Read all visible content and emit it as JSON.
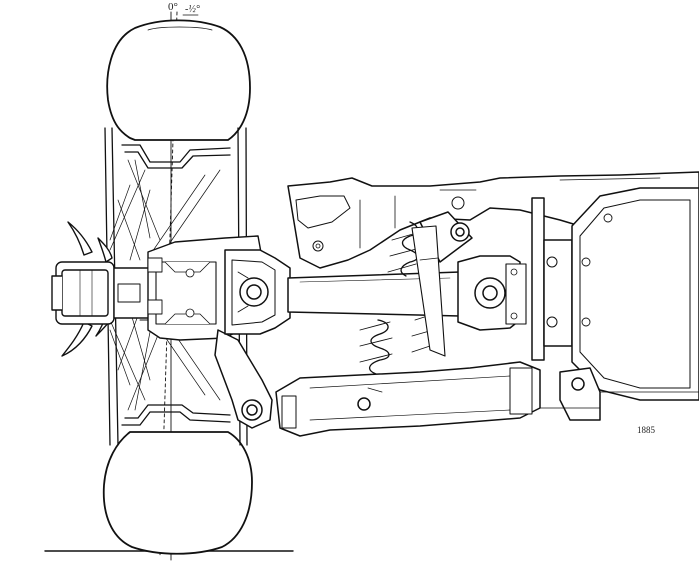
{
  "figure": {
    "angle_zero_label": "0°",
    "camber_label": "-½°",
    "reference_number": "1885"
  },
  "parts": [
    "tyre-upper-icon",
    "tyre-lower-icon",
    "wheel-rim-icon",
    "wire-spokes-icon",
    "knockoff-spinner-icon",
    "wheel-hub-icon",
    "hub-carrier-icon",
    "lower-wishbone-icon",
    "half-shaft-icon",
    "universal-joint-outer-icon",
    "universal-joint-inner-icon",
    "coil-spring-icon",
    "telescopic-damper-icon",
    "radius-arm-icon",
    "differential-housing-icon",
    "chassis-frame-icon",
    "ground-line-icon",
    "vertical-axis-line-icon"
  ]
}
